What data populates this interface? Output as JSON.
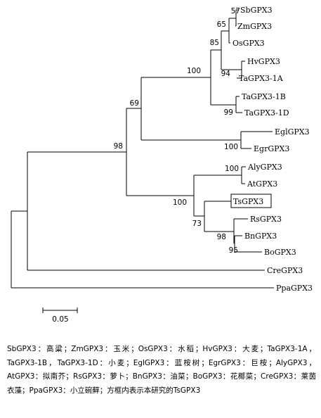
{
  "leaves": [
    {
      "id": "SbGPX3",
      "label": "SbGPX3"
    },
    {
      "id": "ZmGPX3",
      "label": "ZmGPX3"
    },
    {
      "id": "OsGPX3",
      "label": "OsGPX3"
    },
    {
      "id": "HvGPX3",
      "label": "HvGPX3"
    },
    {
      "id": "TaGPX3-1A",
      "label": "TaGPX3-1A"
    },
    {
      "id": "TaGPX3-1B",
      "label": "TaGPX3-1B"
    },
    {
      "id": "TaGPX3-1D",
      "label": "TaGPX3-1D"
    },
    {
      "id": "EglGPX3",
      "label": "EglGPX3"
    },
    {
      "id": "EgrGPX3",
      "label": "EgrGPX3"
    },
    {
      "id": "AlyGPX3",
      "label": "AlyGPX3"
    },
    {
      "id": "AtGPX3",
      "label": "AtGPX3"
    },
    {
      "id": "TsGPX3",
      "label": "TsGPX3",
      "highlighted": true
    },
    {
      "id": "RsGPX3",
      "label": "RsGPX3"
    },
    {
      "id": "BnGPX3",
      "label": "BnGPX3"
    },
    {
      "id": "BoGPX3",
      "label": "BoGPX3"
    },
    {
      "id": "CreGPX3",
      "label": "CreGPX3"
    },
    {
      "id": "PpaGPX3",
      "label": "PpaGPX3"
    }
  ],
  "bootstrap": [
    "57",
    "65",
    "85",
    "94",
    "100",
    "99",
    "69",
    "100",
    "98",
    "100",
    "100",
    "73",
    "98",
    "95"
  ],
  "scale_bar": {
    "label": "0.05"
  },
  "caption": "SbGPX3：高粱；ZmGPX3：玉米；OsGPX3：水稻；HvGPX3：大麦；TaGPX3-1A，TaGPX3-1B，TaGPX3-1D：小麦；EglGPX3：蓝桉树；EgrGPX3：巨桉；AlyGPX3，AtGPX3：拟南芥；RsGPX3：萝卜；BnGPX3：油菜；BoGPX3：花椰菜；CreGPX3：莱茵衣藻；PpaGPX3：小立碗藓；方框内表示本研究的TsGPX3"
}
